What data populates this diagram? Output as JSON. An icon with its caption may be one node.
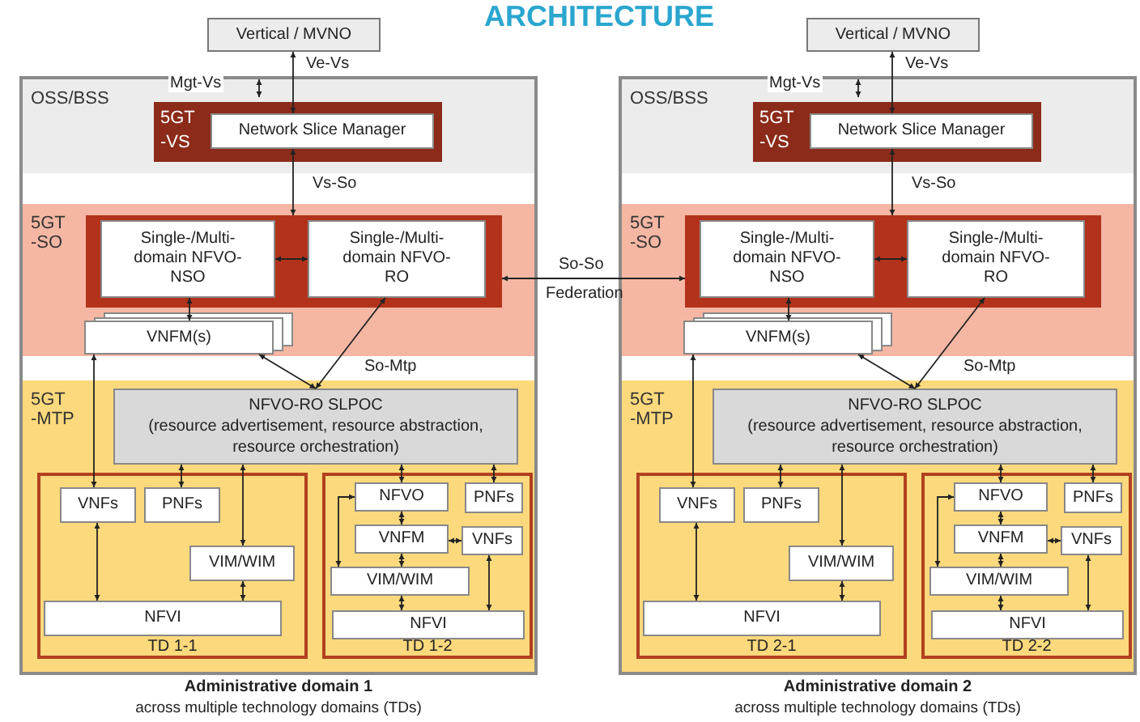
{
  "diagram": {
    "title": "ARCHITECTURE",
    "nodes": [
      {
        "text": [
          "Vertical / MVNO"
        ]
      },
      {
        "text": [],
        "shape": "box",
        "beside": [
          "Administrative domain 1",
          "across multiple technology domains (TDs)"
        ]
      },
      {
        "text": [
          "OSS/BSS"
        ],
        "in": 1
      },
      {
        "text": [
          "5GT -VS"
        ],
        "in": 2
      },
      {
        "text": [
          "Network Slice Manager"
        ],
        "in": 3
      },
      {
        "text": [
          "5GT -SO"
        ],
        "in": 1
      },
      {
        "text": [],
        "shape": "box",
        "in": 5
      },
      {
        "text": [
          "Single-/Multi-domain NFVO-NSO"
        ],
        "in": 6
      },
      {
        "text": [
          "Single-/Multi-domain NFVO-RO"
        ],
        "in": 6
      },
      {
        "text": [
          "VNFM(s)"
        ],
        "in": 5
      },
      {
        "text": [
          "5GT -MTP"
        ],
        "in": 1
      },
      {
        "text": [
          "NFVO-RO SLPOC",
          "(resource advertisement, resource abstraction, resource orchestration)"
        ],
        "in": 10
      },
      {
        "text": [
          "TD 1-1"
        ],
        "in": 10
      },
      {
        "text": [
          "VNFs"
        ],
        "in": 12
      },
      {
        "text": [
          "PNFs"
        ],
        "in": 12
      },
      {
        "text": [
          "VIM/WIM"
        ],
        "in": 12
      },
      {
        "text": [
          "NFVI"
        ],
        "in": 12
      },
      {
        "text": [
          "TD 1-2"
        ],
        "in": 10
      },
      {
        "text": [
          "NFVO"
        ],
        "in": 17
      },
      {
        "text": [
          "PNFs"
        ],
        "in": 17
      },
      {
        "text": [
          "VNFM"
        ],
        "in": 17
      },
      {
        "text": [
          "VNFs"
        ],
        "in": 17
      },
      {
        "text": [
          "VIM/WIM"
        ],
        "in": 17
      },
      {
        "text": [
          "NFVI"
        ],
        "in": 17
      },
      {
        "text": [
          "Vertical / MVNO"
        ]
      },
      {
        "text": [],
        "shape": "box",
        "beside": [
          "Administrative domain 2",
          "across multiple technology domains (TDs)"
        ]
      },
      {
        "text": [
          "OSS/BSS"
        ],
        "in": 25
      },
      {
        "text": [
          "5GT -VS"
        ],
        "in": 26
      },
      {
        "text": [
          "Network Slice Manager"
        ],
        "in": 27
      },
      {
        "text": [
          "5GT -SO"
        ],
        "in": 25
      },
      {
        "text": [],
        "shape": "box",
        "in": 29
      },
      {
        "text": [
          "Single-/Multi-domain NFVO-NSO"
        ],
        "in": 30
      },
      {
        "text": [
          "Single-/Multi-domain NFVO-RO"
        ],
        "in": 30
      },
      {
        "text": [
          "VNFM(s)"
        ],
        "in": 29
      },
      {
        "text": [
          "5GT -MTP"
        ],
        "in": 25
      },
      {
        "text": [
          "NFVO-RO SLPOC",
          "(resource advertisement, resource abstraction, resource orchestration)"
        ],
        "in": 34
      },
      {
        "text": [
          "TD 2-1"
        ],
        "in": 34
      },
      {
        "text": [
          "VNFs"
        ],
        "in": 36
      },
      {
        "text": [
          "PNFs"
        ],
        "in": 36
      },
      {
        "text": [
          "VIM/WIM"
        ],
        "in": 36
      },
      {
        "text": [
          "NFVI"
        ],
        "in": 36
      },
      {
        "text": [
          "TD 2-2"
        ],
        "in": 34
      },
      {
        "text": [
          "NFVO"
        ],
        "in": 41
      },
      {
        "text": [
          "PNFs"
        ],
        "in": 41
      },
      {
        "text": [
          "VNFM"
        ],
        "in": 41
      },
      {
        "text": [
          "VNFs"
        ],
        "in": 41
      },
      {
        "text": [
          "VIM/WIM"
        ],
        "in": 41
      },
      {
        "text": [
          "NFVI"
        ],
        "in": 41
      }
    ],
    "edges": [
      {
        "from": null,
        "to": 3,
        "arrow": "both",
        "label": "Mgt-Vs"
      },
      {
        "from": null,
        "to": 27,
        "arrow": "both",
        "label": "Mgt-Vs"
      },
      {
        "from": 0,
        "to": 4,
        "arrow": "both",
        "label": "Ve-Vs"
      },
      {
        "from": 4,
        "to": 6,
        "arrow": "both",
        "label": "Vs-So"
      },
      {
        "from": 7,
        "to": 8,
        "arrow": "both"
      },
      {
        "from": 9,
        "to": 7,
        "arrow": "both"
      },
      {
        "from": 9,
        "to": 11,
        "arrow": "both"
      },
      {
        "from": 8,
        "to": 11,
        "arrow": "both",
        "label": "So-Mtp"
      },
      {
        "from": 9,
        "to": 13,
        "arrow": "both"
      },
      {
        "from": 11,
        "to": 14,
        "arrow": "both"
      },
      {
        "from": 11,
        "to": 15,
        "arrow": "both"
      },
      {
        "from": 13,
        "to": 16,
        "arrow": "both"
      },
      {
        "from": 15,
        "to": 16,
        "arrow": "both"
      },
      {
        "from": 11,
        "to": 18,
        "arrow": "both"
      },
      {
        "from": 11,
        "to": 19,
        "arrow": "both"
      },
      {
        "from": 18,
        "to": 20,
        "arrow": "both"
      },
      {
        "from": 20,
        "to": 21,
        "arrow": "both"
      },
      {
        "from": 20,
        "to": 22,
        "arrow": "both"
      },
      {
        "from": 22,
        "to": 23,
        "arrow": "both"
      },
      {
        "from": 22,
        "to": 18,
        "arrow": "both"
      },
      {
        "from": 23,
        "to": 21,
        "arrow": "both"
      },
      {
        "from": 24,
        "to": 28,
        "arrow": "both",
        "label": "Ve-Vs"
      },
      {
        "from": 28,
        "to": 30,
        "arrow": "both",
        "label": "Vs-So"
      },
      {
        "from": 31,
        "to": 32,
        "arrow": "both"
      },
      {
        "from": 33,
        "to": 31,
        "arrow": "both"
      },
      {
        "from": 33,
        "to": 35,
        "arrow": "both"
      },
      {
        "from": 32,
        "to": 35,
        "arrow": "both",
        "label": "So-Mtp"
      },
      {
        "from": 33,
        "to": 37,
        "arrow": "both"
      },
      {
        "from": 35,
        "to": 38,
        "arrow": "both"
      },
      {
        "from": 35,
        "to": 39,
        "arrow": "both"
      },
      {
        "from": 37,
        "to": 40,
        "arrow": "both"
      },
      {
        "from": 39,
        "to": 40,
        "arrow": "both"
      },
      {
        "from": 35,
        "to": 42,
        "arrow": "both"
      },
      {
        "from": 35,
        "to": 43,
        "arrow": "both"
      },
      {
        "from": 42,
        "to": 44,
        "arrow": "both"
      },
      {
        "from": 44,
        "to": 45,
        "arrow": "both"
      },
      {
        "from": 44,
        "to": 46,
        "arrow": "both"
      },
      {
        "from": 46,
        "to": 47,
        "arrow": "both"
      },
      {
        "from": 46,
        "to": 42,
        "arrow": "both"
      },
      {
        "from": 47,
        "to": 45,
        "arrow": "both"
      },
      {
        "from": 6,
        "to": 30,
        "arrow": "both",
        "label": "So-So"
      }
    ],
    "labels": [
      "Federation"
    ]
  }
}
